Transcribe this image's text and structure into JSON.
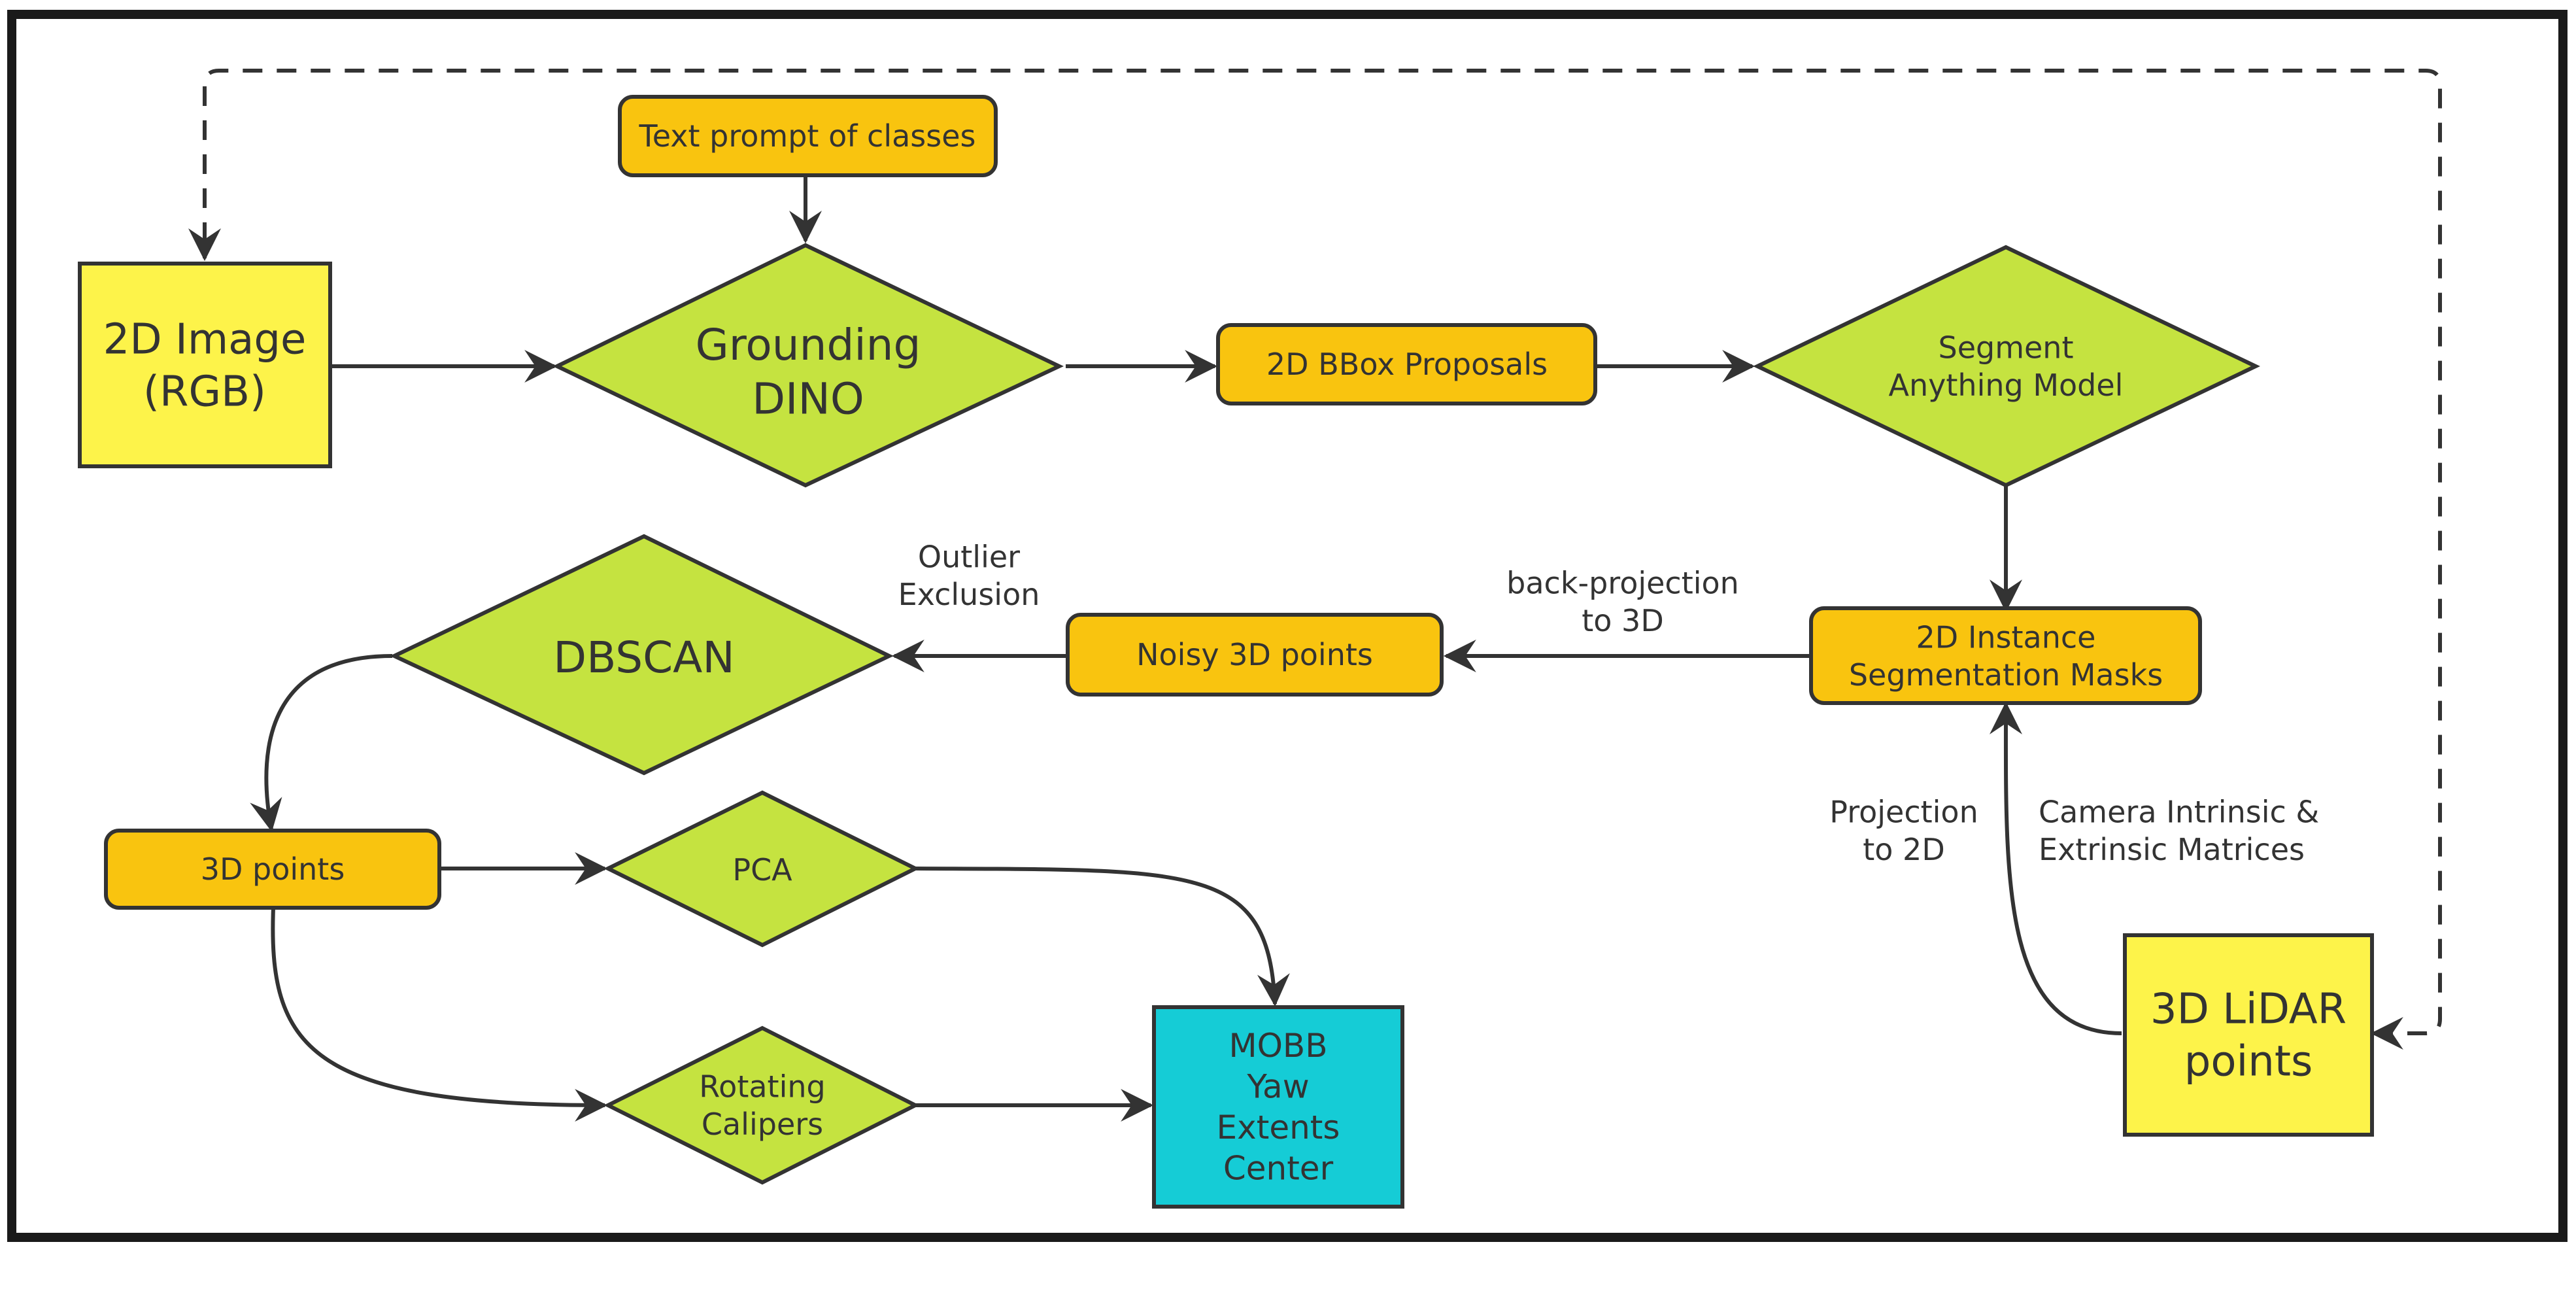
{
  "colors": {
    "process_box": "#f9c40f",
    "decision_diamond": "#c5e340",
    "input_box": "#fdf34a",
    "output_box": "#15ccd6",
    "stroke": "#333333",
    "frame": "#1a1a1a"
  },
  "nodes": {
    "image_2d": [
      "2D Image",
      "(RGB)"
    ],
    "text_prompt": [
      "Text prompt of classes"
    ],
    "grounding_dino": [
      "Grounding",
      "DINO"
    ],
    "bbox_proposals": [
      "2D BBox Proposals"
    ],
    "sam": [
      "Segment",
      "Anything Model"
    ],
    "instance_masks": [
      "2D Instance",
      "Segmentation Masks"
    ],
    "noisy_points": [
      "Noisy 3D points"
    ],
    "dbscan": [
      "DBSCAN"
    ],
    "points_3d": [
      "3D points"
    ],
    "pca": [
      "PCA"
    ],
    "rotating_calipers": [
      "Rotating",
      "Calipers"
    ],
    "mobb_output": [
      "MOBB",
      "Yaw",
      "Extents",
      "Center"
    ],
    "lidar_points": [
      "3D LiDAR",
      "points"
    ]
  },
  "edge_labels": {
    "outlier_exclusion": [
      "Outlier",
      "Exclusion"
    ],
    "back_projection": [
      "back-projection",
      "to 3D"
    ],
    "projection_2d": [
      "Projection",
      "to 2D"
    ],
    "camera_matrices": [
      "Camera Intrinsic &",
      "Extrinsic Matrices"
    ]
  }
}
